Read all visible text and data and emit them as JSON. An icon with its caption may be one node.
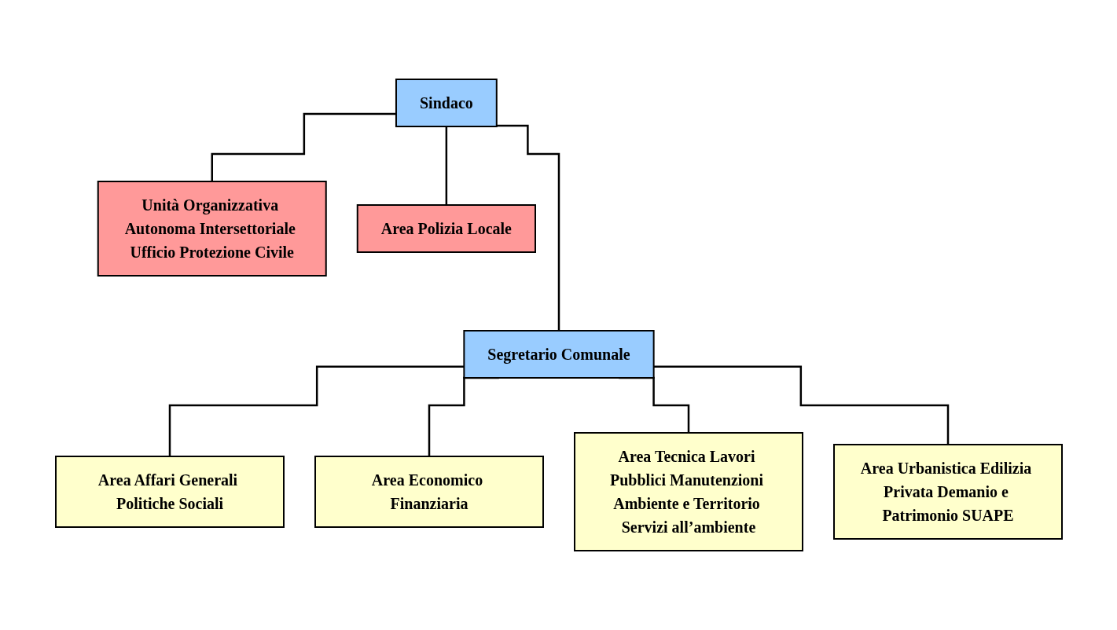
{
  "diagram": {
    "nodes": [
      {
        "text": [
          "Sindaco"
        ]
      },
      {
        "text": [
          "Unità Organizzativa Autonoma Intersettoriale Ufficio Protezione Civile"
        ]
      },
      {
        "text": [
          "Area Polizia Locale"
        ]
      },
      {
        "text": [
          "Segretario Comunale"
        ]
      },
      {
        "text": [
          "Area Affari Generali Politiche Sociali"
        ]
      },
      {
        "text": [
          "Area Economico Finanziaria"
        ]
      },
      {
        "text": [
          "Area Tecnica Lavori Pubblici Manutenzioni Ambiente e Territorio Servizi all’ambiente"
        ]
      },
      {
        "text": [
          "Area Urbanistica Edilizia Privata Demanio e Patrimonio SUAPE"
        ]
      }
    ],
    "edges": [
      {
        "from": 0,
        "to": 1,
        "arrow": "none"
      },
      {
        "from": 0,
        "to": 2,
        "arrow": "none"
      },
      {
        "from": 0,
        "to": 3,
        "arrow": "none"
      },
      {
        "from": 3,
        "to": 4,
        "arrow": "none"
      },
      {
        "from": 3,
        "to": 5,
        "arrow": "none"
      },
      {
        "from": 3,
        "to": 6,
        "arrow": "none"
      },
      {
        "from": 3,
        "to": 7,
        "arrow": "none"
      }
    ]
  }
}
